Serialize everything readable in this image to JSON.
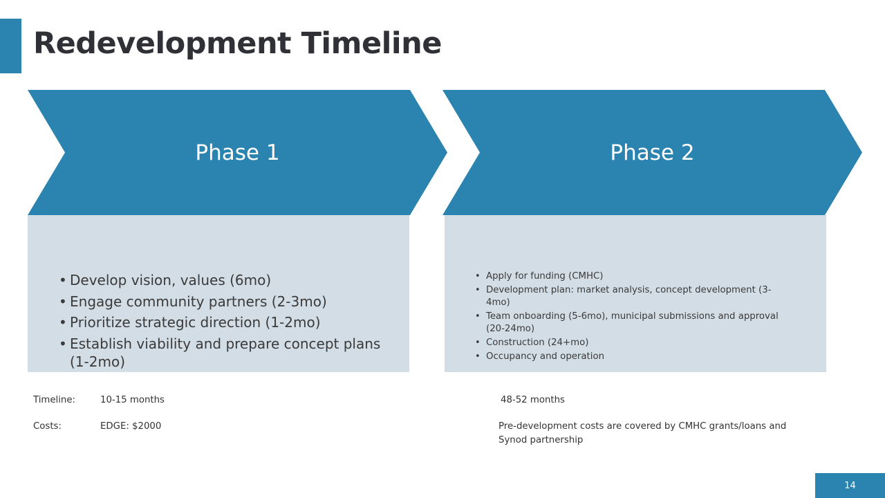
{
  "slide": {
    "title": "Redevelopment Timeline",
    "page_number": "14"
  },
  "phases": [
    {
      "label": "Phase 1",
      "bullets": [
        "Develop vision, values (6mo)",
        "Engage community partners (2-3mo)",
        "Prioritize strategic direction (1-2mo)",
        "Establish viability and prepare concept plans (1-2mo)"
      ]
    },
    {
      "label": "Phase 2",
      "bullets": [
        "Apply for funding (CMHC)",
        "Development plan: market analysis, concept development (3-4mo)",
        "Team onboarding (5-6mo), municipal submissions and approval (20-24mo)",
        "Construction (24+mo)",
        "Occupancy and operation"
      ]
    }
  ],
  "footer_info": {
    "timeline_label": "Timeline:",
    "timeline_phase1": "10-15 months",
    "timeline_phase2": "48-52 months",
    "costs_label": "Costs:",
    "costs_phase1": "EDGE: $2000",
    "costs_phase2": "Pre-development costs are covered by CMHC grants/loans and Synod partnership"
  },
  "colors": {
    "accent": "#2b84b0",
    "panel": "#d3dde5",
    "title": "#2f3136"
  }
}
